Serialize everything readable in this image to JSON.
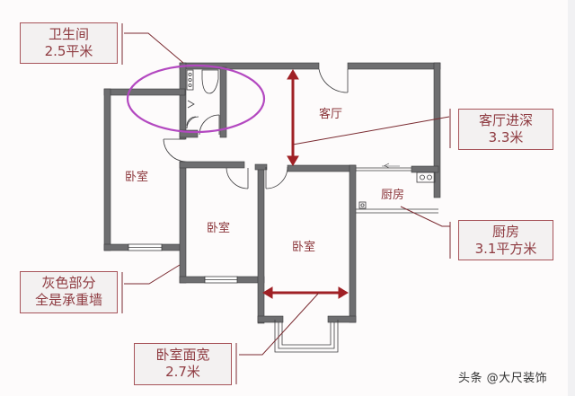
{
  "diagram": {
    "type": "floor-plan",
    "colors": {
      "wall": "#6e6e70",
      "wall_outline": "#3c3c3e",
      "annotation": "#a02025",
      "callout_border": "#a7545a",
      "callout_text": "#8e3a40",
      "callout_bg": "#f3f1f1",
      "highlight_ellipse": "#b348c0",
      "leader_line": "#7a2a30"
    },
    "rooms": [
      {
        "id": "living",
        "label": "客厅"
      },
      {
        "id": "bedroom_left",
        "label": "卧室"
      },
      {
        "id": "bedroom_middle",
        "label": "卧室"
      },
      {
        "id": "bedroom_main",
        "label": "卧室"
      },
      {
        "id": "kitchen",
        "label": "厨房"
      }
    ],
    "callouts": [
      {
        "id": "bathroom",
        "line1": "卫生间",
        "line2": "2.5平米"
      },
      {
        "id": "living_depth",
        "line1": "客厅进深",
        "line2": "3.3米"
      },
      {
        "id": "kitchen_area",
        "line1": "厨房",
        "line2": "3.1平方米"
      },
      {
        "id": "load_bearing",
        "line1": "灰色部分",
        "line2": "全是承重墙"
      },
      {
        "id": "bedroom_width",
        "line1": "卧室面宽",
        "line2": "2.7米"
      }
    ],
    "watermark": "头条 @大尺装饰"
  }
}
